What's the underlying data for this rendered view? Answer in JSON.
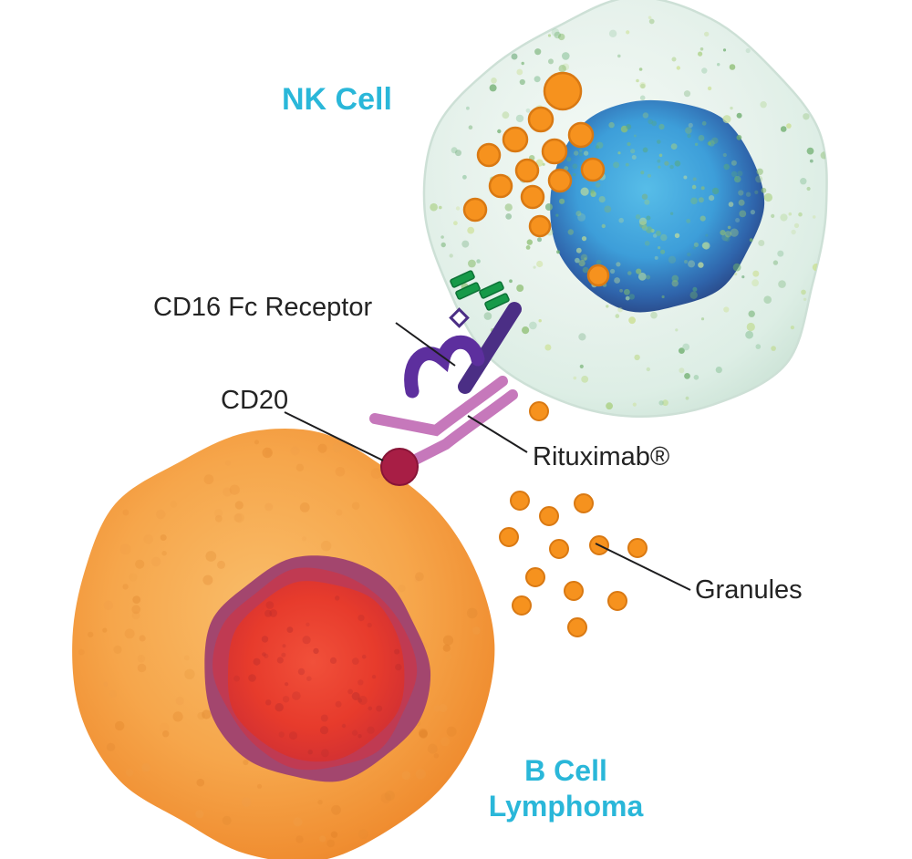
{
  "diagram": {
    "labels": {
      "nk_cell": "NK Cell",
      "cd16_receptor": "CD16 Fc Receptor",
      "cd20": "CD20",
      "rituximab": "Rituximab®",
      "granules": "Granules",
      "b_cell_line1": "B Cell",
      "b_cell_line2": "Lymphoma"
    },
    "colors": {
      "accent_cyan": "#2ab7d9",
      "label_black": "#232323",
      "nk_body": "#e6f2ec",
      "nk_nucleus_blue": "#3d9ed9",
      "nk_nucleus_rim": "#28427f",
      "granule_orange": "#f6921e",
      "granule_rim": "#d97913",
      "b_body_orange": "#f59d45",
      "b_nucleus_red": "#e73b2c",
      "b_nucleus_rim": "#a3466e",
      "receptor_purple": "#4b2e85",
      "cd16_purple": "#5d2f9e",
      "antibody_pink": "#c678bb",
      "cd20_red": "#a81e45",
      "fc_green": "#179a49",
      "pointer_line": "#1d1d1f"
    }
  }
}
